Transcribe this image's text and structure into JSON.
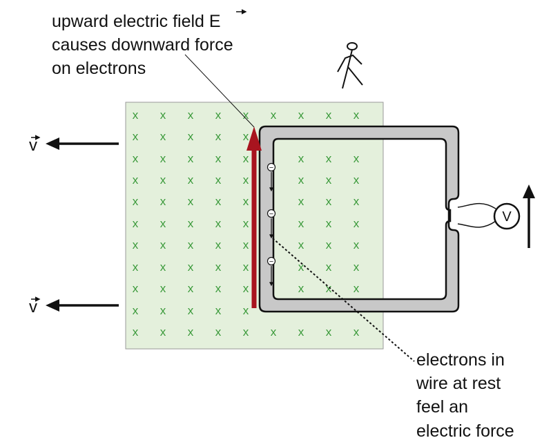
{
  "labels": {
    "field_line_1": "upward electric field E",
    "field_line_2": "causes downward force",
    "field_line_3": "on electrons",
    "electrons_line_1": "electrons in",
    "electrons_line_2": "wire at rest",
    "electrons_line_3": "feel an",
    "electrons_line_4": "electric force",
    "velocity_symbol": "v",
    "voltmeter_symbol": "V",
    "x_mark": "x",
    "electron_symbol": "−"
  },
  "colors": {
    "field_region": "#e4f0dc",
    "x_marks": "#3b9a3b",
    "electric_field_arrow": "#a8141f",
    "wire_fill": "#c8c8c8",
    "wire_outline": "#111111"
  },
  "icons": {
    "observer": "stick-figure-icon",
    "velocity_arrows": "left-arrow-icon",
    "loop_motion": "up-arrow-icon"
  }
}
